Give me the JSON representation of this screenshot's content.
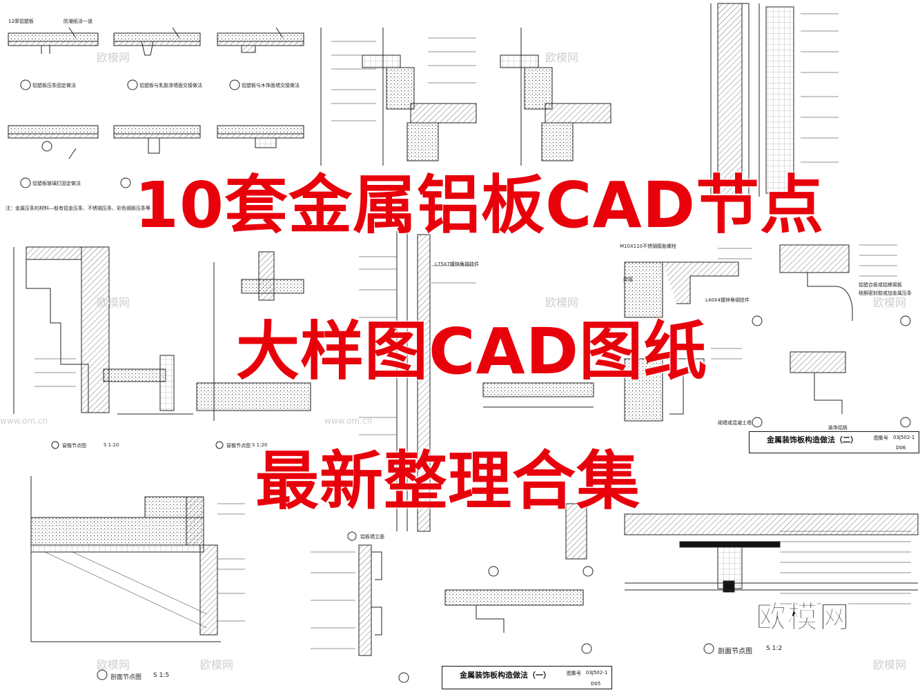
{
  "headline": {
    "line1": "10套金属铝板CAD节点",
    "line2": "大样图CAD图纸",
    "line3": "最新整理合集",
    "color": "#e8000b"
  },
  "brand": {
    "logo_text": "欧模网"
  },
  "watermarks": [
    "欧模网",
    "欧模网",
    "欧模网",
    "欧模网",
    "欧模网",
    "欧模网",
    "欧模网",
    "欧模网",
    "www.om.cn",
    "www.om.cn"
  ],
  "captions": {
    "d1": "铝塑板压条固定做法",
    "d2": "铝塑板与乳胶漆墙面交接做法",
    "d3": "铝塑板与木饰面墙交接做法",
    "d4": "铝塑板玻璃钉固定做法",
    "note": "注：金属压条的材料—般有铝金压条、不锈钢压条、彩色钢板压条等",
    "n_window1": "窗檐节点图",
    "n_window2": "窗檐节点图",
    "scale1": "S 1:10",
    "scale2": "S 1:20",
    "section_a": "剖面节点图",
    "section_a_scale": "S 1:5",
    "section_b": "剖面节点图",
    "section_b_scale": "S 1:2",
    "wall_elev": "铝板墙立面"
  },
  "title_blocks": {
    "tb2": {
      "title": "金属装饰板构造做法（二）",
      "code_label": "图集号",
      "code": "03J502-1",
      "page": "D06"
    },
    "tb1": {
      "title": "金属装饰板构造做法（一）",
      "code_label": "图集号",
      "code": "03J502-1",
      "page": "D05"
    }
  },
  "labels": {
    "l1": "12厚铝塑板",
    "l2": "防潮纸涂一道",
    "l3": "L75X7镀锌角钢挂件",
    "l4": "M10X110不锈钢膨胀螺栓",
    "l5": "L40X4镀锌角钢挂件",
    "l6": "硅酮密封胶或加金属压条",
    "l7": "铝塑合板或铝蜂窝板",
    "l8": "装饰铝板",
    "l9": "焊接",
    "l10": "砌墙或混凝土墙"
  }
}
